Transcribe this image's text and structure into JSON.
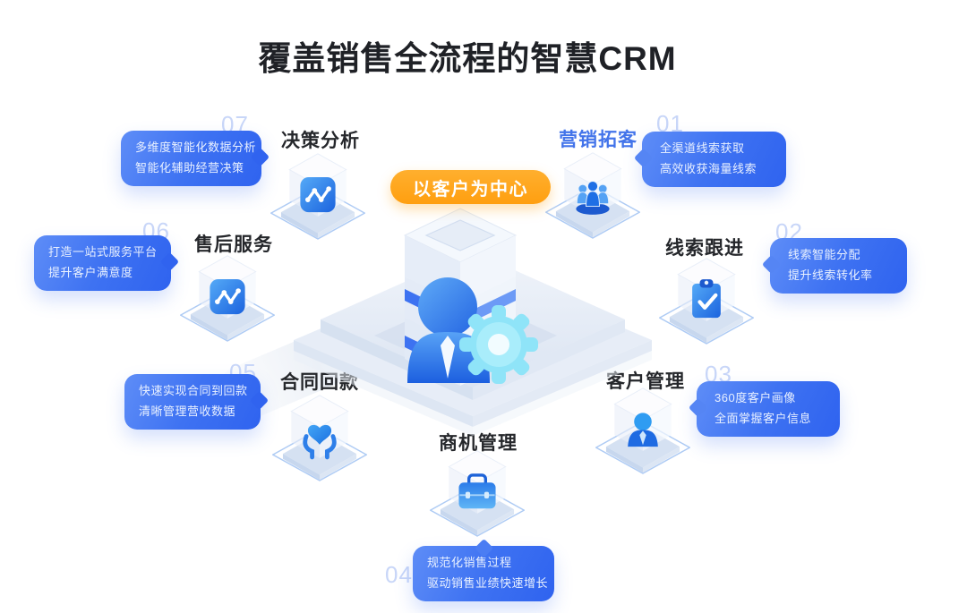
{
  "page": {
    "title": "覆盖销售全流程的智慧CRM"
  },
  "center": {
    "badge": "以客户为中心",
    "illustration": "isometric server stack with customer figure and gear on platform"
  },
  "nodes": [
    {
      "id": "01",
      "label": "营销拓客",
      "lines": [
        "全渠道线索获取",
        "高效收获海量线索"
      ],
      "icon": "people-group-icon"
    },
    {
      "id": "02",
      "label": "线索跟进",
      "lines": [
        "线索智能分配",
        "提升线索转化率"
      ],
      "icon": "clipboard-check-icon"
    },
    {
      "id": "03",
      "label": "客户管理",
      "lines": [
        "360度客户画像",
        "全面掌握客户信息"
      ],
      "icon": "user-avatar-icon"
    },
    {
      "id": "04",
      "label": "商机管理",
      "lines": [
        "规范化销售过程",
        "驱动销售业绩快速增长"
      ],
      "icon": "briefcase-icon"
    },
    {
      "id": "05",
      "label": "合同回款",
      "lines": [
        "快速实现合同到回款",
        "清晰管理营收数据"
      ],
      "icon": "hands-heart-icon"
    },
    {
      "id": "06",
      "label": "售后服务",
      "lines": [
        "打造一站式服务平台",
        "提升客户满意度"
      ],
      "icon": "line-chart-icon"
    },
    {
      "id": "07",
      "label": "决策分析",
      "lines": [
        "多维度智能化数据分析",
        "智能化辅助经营决策"
      ],
      "icon": "line-chart-icon"
    }
  ],
  "colors": {
    "accent_blue": "#3E72F2",
    "badge_orange": "#FFA61E",
    "label_dark": "#25272B",
    "label_blue": "#4374EA",
    "number_light": "#C8D6F8",
    "gear_cyan": "#8FE4F8"
  }
}
